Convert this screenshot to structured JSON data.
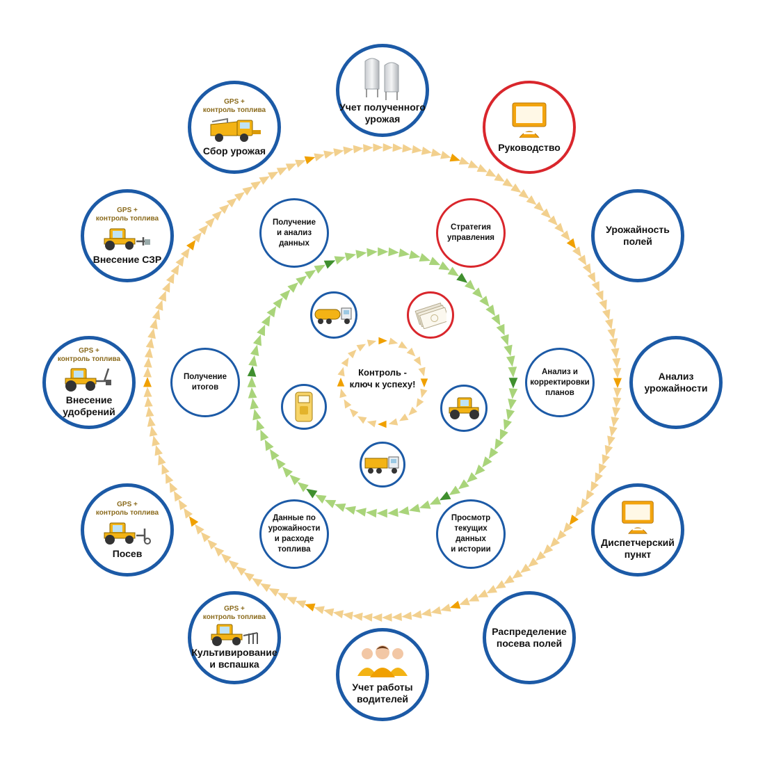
{
  "colors": {
    "node_blue": "#1c5aa6",
    "node_red": "#d9262c",
    "outer_arrows": "#f2d08e",
    "outer_arrow_accent": "#f0a000",
    "middle_arrows": "#a9d47a",
    "middle_arrow_accent": "#3f8f2e",
    "inner_arrows": "#f2d08e",
    "machine_yellow": "#f3b315"
  },
  "center": {
    "line1": "Контроль -",
    "line2": "ключ к успеху!"
  },
  "outer": {
    "harvest_accounting": {
      "line1": "Учет полученного",
      "line2": "урожая",
      "icon": "silo-icon"
    },
    "management": {
      "label": "Руководство",
      "icon": "monitor-icon"
    },
    "field_yield": {
      "line1": "Урожайность",
      "line2": "полей"
    },
    "yield_analysis": {
      "line1": "Анализ",
      "line2": "урожайности"
    },
    "dispatch": {
      "line1": "Диспетчерский",
      "line2": "пункт",
      "icon": "monitor-icon"
    },
    "crop_distribution": {
      "line1": "Распределение",
      "line2": "посева полей"
    },
    "drivers": {
      "line1": "Учет работы",
      "line2": "водителей",
      "icon": "people-icon"
    },
    "cultivation": {
      "gps1": "GPS +",
      "gps2": "контроль топлива",
      "line1": "Культивирование",
      "line2": "и вспашка",
      "icon": "tractor-cultivator-icon"
    },
    "sowing": {
      "gps1": "GPS +",
      "gps2": "контроль топлива",
      "label": "Посев",
      "icon": "tractor-seeder-icon"
    },
    "fertilizer": {
      "gps1": "GPS +",
      "gps2": "контроль топлива",
      "line1": "Внесение",
      "line2": "удобрений",
      "icon": "tractor-spreader-icon"
    },
    "pesticides": {
      "gps1": "GPS +",
      "gps2": "контроль топлива",
      "label": "Внесение СЗР",
      "icon": "tractor-sprayer-icon"
    },
    "harvesting": {
      "gps1": "GPS +",
      "gps2": "контроль топлива",
      "label": "Сбор урожая",
      "icon": "combine-harvester-icon"
    }
  },
  "middle": {
    "data_receipt": {
      "line1": "Получение",
      "line2": "и анализ",
      "line3": "данных"
    },
    "strategy": {
      "line1": "Стратегия",
      "line2": "управления"
    },
    "plan_correction": {
      "line1": "Анализ и",
      "line2": "корректировки",
      "line3": "планов"
    },
    "current_data": {
      "line1": "Просмотр",
      "line2": "текущих",
      "line3": "данных",
      "line4": "и истории"
    },
    "yield_fuel": {
      "line1": "Данные по",
      "line2": "урожайности",
      "line3": "и расходе",
      "line4": "топлива"
    },
    "results": {
      "line1": "Получение",
      "line2": "итогов"
    }
  },
  "inner_icons": [
    "fuel-truck-icon",
    "money-icon",
    "tractor-icon",
    "truck-icon",
    "fuel-pump-icon"
  ]
}
